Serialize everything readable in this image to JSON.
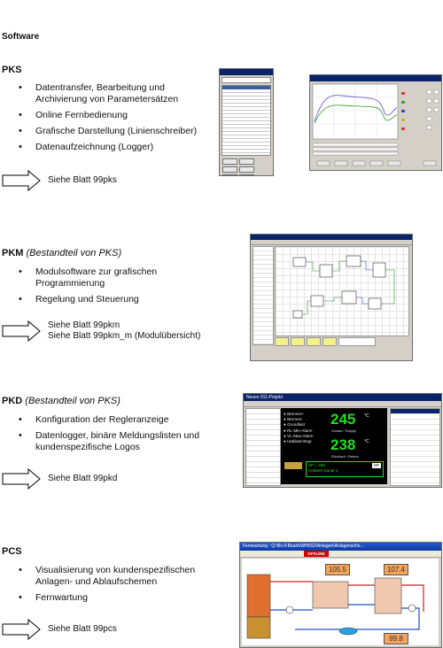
{
  "page": {
    "heading": "Software"
  },
  "sections": {
    "pks": {
      "title": "PKS",
      "subtitle": "",
      "bullets": [
        "Datentransfer, Bearbeitung und\nArchivierung von Parametersätzen",
        "Online Fernbedienung",
        "Grafische Darstellung (Linienschreiber)",
        "Datenaufzeichnung (Logger)"
      ],
      "refs": [
        "Siehe Blatt 99pks"
      ]
    },
    "pkm": {
      "title": "PKM",
      "subtitle": "(Bestandteil von PKS)",
      "bullets": [
        "Modulsoftware zur grafischen\nProgrammierung",
        "Regelung und Steuerung"
      ],
      "refs": [
        "Siehe Blatt 99pkm",
        "Siehe Blatt 99pkm_m (Modulübersicht)"
      ]
    },
    "pkd": {
      "title": "PKD",
      "subtitle": "(Bestandteil von PKS)",
      "bullets": [
        "Konfiguration der Regleranzeige",
        "Datenlogger, binäre Meldungslisten und\nkundenspezifische Logos"
      ],
      "refs": [
        "Siehe Blatt 99pkd"
      ],
      "screenshot": {
        "window_title": "Neues 011-Projekt",
        "value_top": "245",
        "value_bottom": "238",
        "unit": "°C",
        "sp_label": "SP = 250",
        "sp_badge": "SP",
        "sollwert": "Sollwert Kanal 1",
        "vorlauf": "Vorlauf / Supply",
        "ruecklauf": "Rücklauf / Return",
        "list_items": [
          "Brenner+",
          "Brenner-",
          "Grundlast",
          "RL-Min-Alarm",
          "VL-Max-Alarm",
          "Halblast-Begr"
        ]
      }
    },
    "pcs": {
      "title": "PCS",
      "subtitle": "",
      "bullets": [
        "Visualisierung von kundenspezifischen\nAnlagen- und Ablaufschemen",
        "Fernwartung"
      ],
      "refs": [
        "Siehe Blatt 99pcs"
      ],
      "screenshot": {
        "window_title": "Fernwartung : Q:\\Bo-ll-Bearb\\WH0S2\\Anlagen\\Anlagensche...",
        "offline_badge": "OFFLINE",
        "readings": [
          "105.5",
          "107.4",
          "99.8"
        ]
      }
    }
  },
  "colors": {
    "window_titlebar": "#0a246a",
    "display_bg": "#000000",
    "display_green": "#22dd22",
    "offline_red": "#d40000",
    "reading_bg": "#f3a35a"
  },
  "icons": [
    "right-arrow-outline-icon",
    "bullet-icon"
  ]
}
